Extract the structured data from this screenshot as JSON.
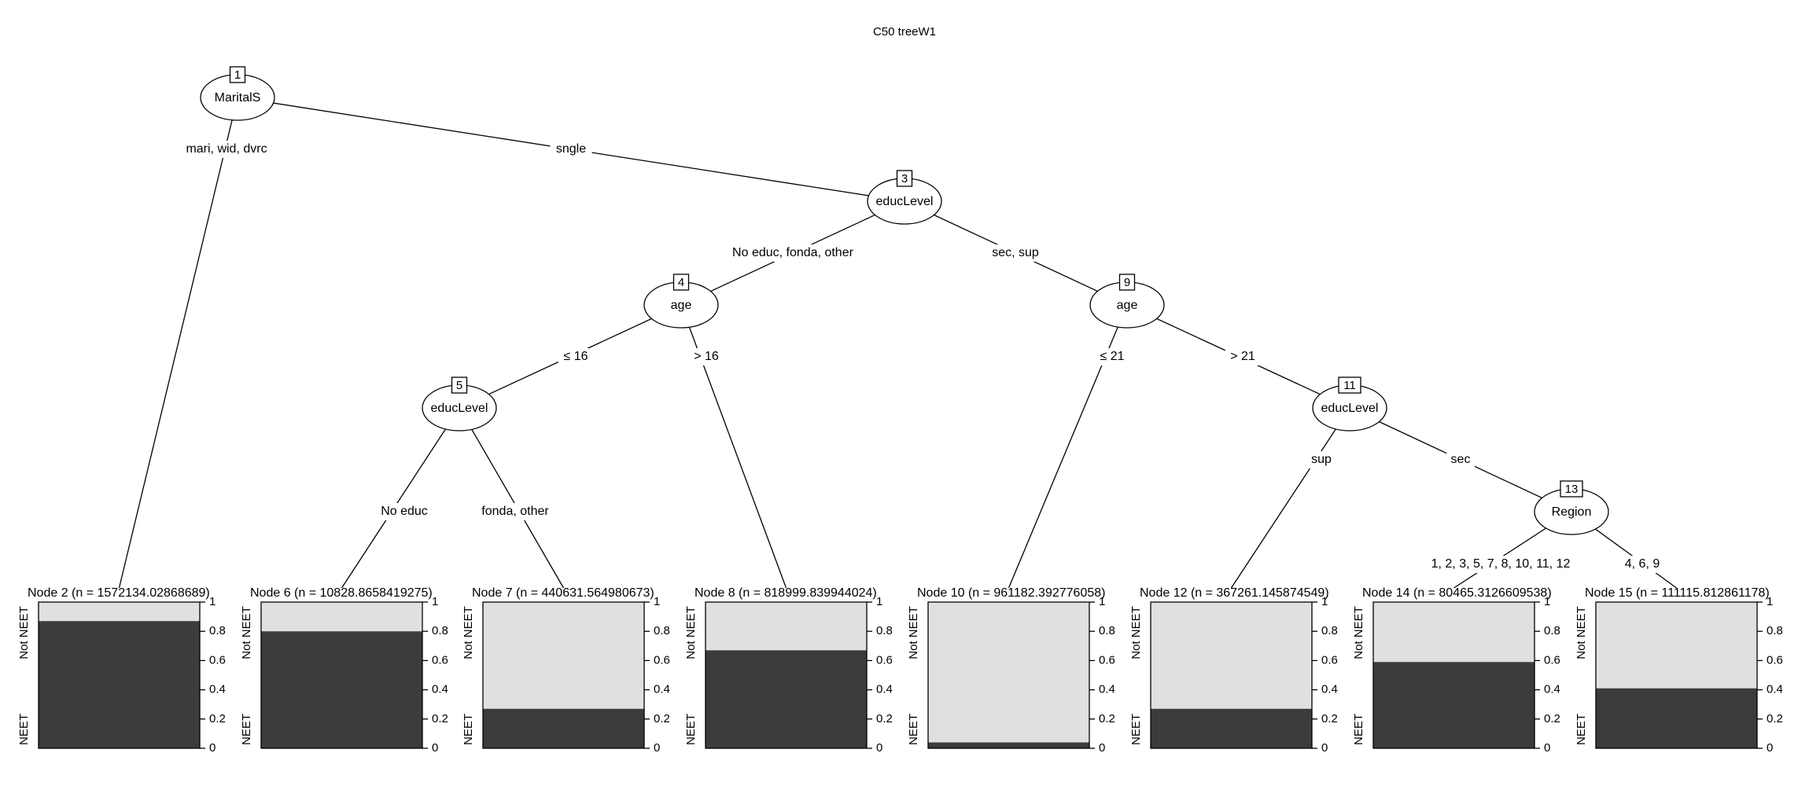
{
  "title": "C50 treeW1",
  "colors": {
    "neet": "#3c3c3c",
    "not_neet": "#e0e0e0",
    "line": "#000000"
  },
  "inner_nodes": [
    {
      "id": "1",
      "var": "MaritalS"
    },
    {
      "id": "3",
      "var": "educLevel"
    },
    {
      "id": "4",
      "var": "age"
    },
    {
      "id": "5",
      "var": "educLevel"
    },
    {
      "id": "9",
      "var": "age"
    },
    {
      "id": "11",
      "var": "educLevel"
    },
    {
      "id": "13",
      "var": "Region"
    }
  ],
  "edges": [
    {
      "from": "1",
      "to": "2",
      "label": "mari, wid, dvrc"
    },
    {
      "from": "1",
      "to": "3",
      "label": "sngle"
    },
    {
      "from": "3",
      "to": "4",
      "label": "No educ, fonda, other"
    },
    {
      "from": "3",
      "to": "9",
      "label": "sec, sup"
    },
    {
      "from": "4",
      "to": "5",
      "label": "≤ 16"
    },
    {
      "from": "4",
      "to": "8",
      "label": "> 16"
    },
    {
      "from": "5",
      "to": "6",
      "label": "No educ"
    },
    {
      "from": "5",
      "to": "7",
      "label": "fonda, other"
    },
    {
      "from": "9",
      "to": "10",
      "label": "≤ 21"
    },
    {
      "from": "9",
      "to": "11",
      "label": "> 21"
    },
    {
      "from": "11",
      "to": "12",
      "label": "sup"
    },
    {
      "from": "11",
      "to": "13",
      "label": "sec"
    },
    {
      "from": "13",
      "to": "14",
      "label": "1, 2, 3, 5, 7, 8, 10, 11, 12"
    },
    {
      "from": "13",
      "to": "15",
      "label": "4, 6, 9"
    }
  ],
  "axis": {
    "ticks": [
      "0",
      "0.2",
      "0.4",
      "0.6",
      "0.8",
      "1"
    ],
    "label_neet": "NEET",
    "label_not_neet": "Not NEET"
  },
  "chart_data": {
    "type": "bar",
    "title": "C50 treeW1",
    "categories": [
      "Node 2",
      "Node 6",
      "Node 7",
      "Node 8",
      "Node 10",
      "Node 12",
      "Node 14",
      "Node 15"
    ],
    "series": [
      {
        "name": "NEET",
        "values": [
          0.87,
          0.8,
          0.27,
          0.67,
          0.04,
          0.27,
          0.59,
          0.41
        ]
      },
      {
        "name": "Not NEET",
        "values": [
          0.13,
          0.2,
          0.73,
          0.33,
          0.96,
          0.73,
          0.41,
          0.59
        ]
      }
    ],
    "ylim": [
      0,
      1
    ],
    "leaves": [
      {
        "id": "2",
        "label": "Node 2 (n = 1572134.02868689)",
        "neet": 0.87
      },
      {
        "id": "6",
        "label": "Node 6 (n = 10828.8658419275)",
        "neet": 0.8
      },
      {
        "id": "7",
        "label": "Node 7 (n = 440631.564980673)",
        "neet": 0.27
      },
      {
        "id": "8",
        "label": "Node 8 (n = 818999.839944024)",
        "neet": 0.67
      },
      {
        "id": "10",
        "label": "Node 10 (n = 961182.392776058)",
        "neet": 0.04
      },
      {
        "id": "12",
        "label": "Node 12 (n = 367261.145874549)",
        "neet": 0.27
      },
      {
        "id": "14",
        "label": "Node 14 (n = 80465.3126609538)",
        "neet": 0.59
      },
      {
        "id": "15",
        "label": "Node 15 (n = 111115.812861178)",
        "neet": 0.41
      }
    ]
  }
}
